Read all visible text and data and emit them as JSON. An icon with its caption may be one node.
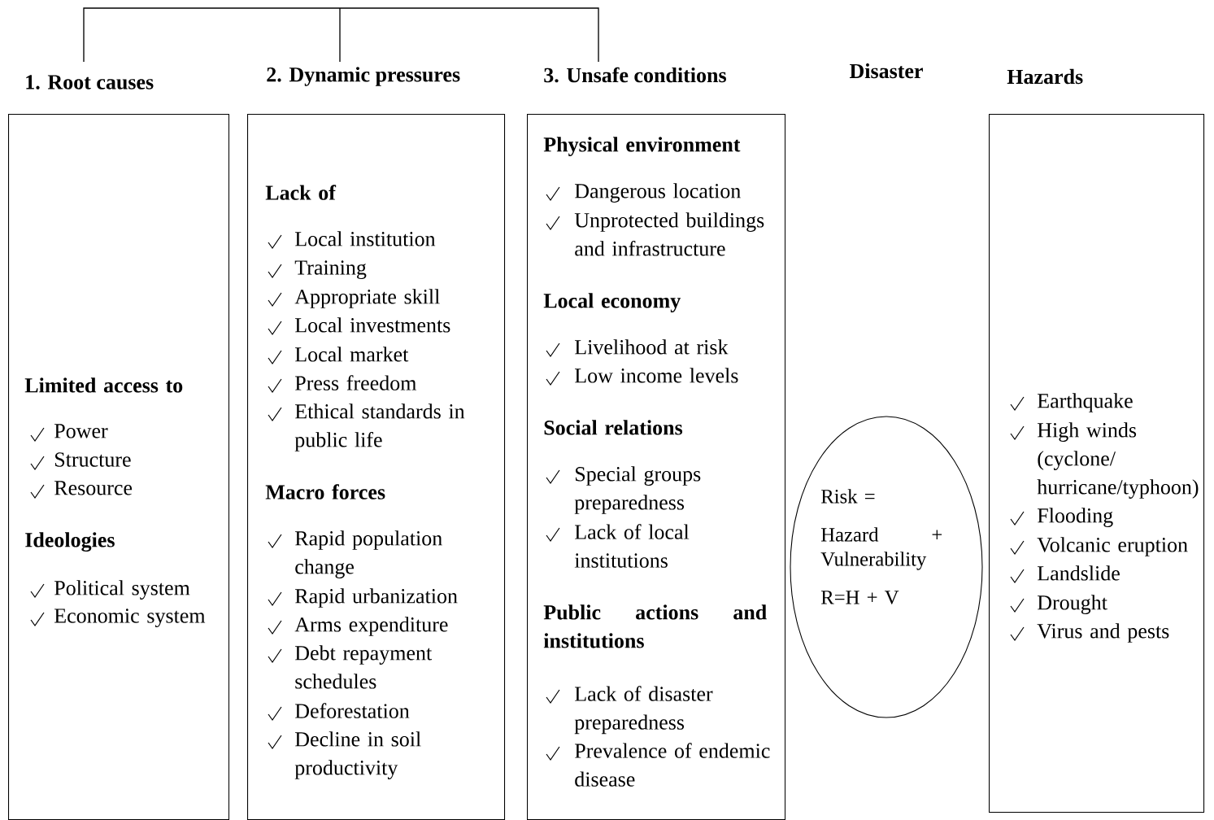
{
  "diagram": {
    "nodes": [
      {
        "text": [
          "1. Root causes",
          "Limited access to",
          "Power",
          "Structure",
          "Resource",
          "Ideologies",
          "Political system",
          "Economic system"
        ]
      },
      {
        "text": [
          "2. Dynamic pressures",
          "Lack of",
          "Local institution",
          "Training",
          "Appropriate skill",
          "Local investments",
          "Local market",
          "Press freedom",
          "Ethical standards in public life",
          "Macro forces",
          "Rapid population change",
          "Rapid urbanization",
          "Arms expenditure",
          "Debt repayment schedules",
          "Deforestation",
          "Decline in soil productivity"
        ]
      },
      {
        "text": [
          "3. Unsafe conditions",
          "Physical environment",
          "Dangerous location",
          "Unprotected buildings and infrastructure",
          "Local economy",
          "Livelihood at risk",
          "Low income levels",
          "Social relations",
          "Special groups preparedness",
          "Lack of local institutions",
          "Public actions and institutions",
          "Lack of disaster preparedness",
          "Prevalence of endemic disease"
        ]
      },
      {
        "text": [
          "Risk =",
          "Hazard + Vulnerability",
          "R=H + V"
        ]
      },
      {
        "text": [
          "Hazards",
          "Earthquake",
          "High winds (cyclone/hurricane/typhoon)",
          "Flooding",
          "Volcanic eruption",
          "Landslide",
          "Drought",
          "Virus and pests"
        ]
      }
    ],
    "labels": [
      "Disaster"
    ]
  }
}
